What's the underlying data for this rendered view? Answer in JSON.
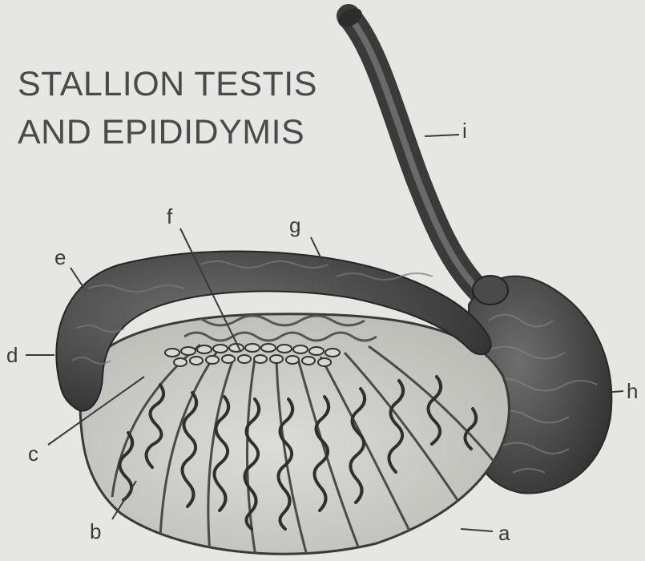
{
  "title": {
    "line1": "STALLION TESTIS",
    "line2": "AND EPIDIDYMIS"
  },
  "labels": {
    "a": "a",
    "b": "b",
    "c": "c",
    "d": "d",
    "e": "e",
    "f": "f",
    "g": "g",
    "h": "h",
    "i": "i"
  },
  "colors": {
    "background": "#e6e6e3",
    "epididymis": "#4d4d4d",
    "testis_fill": "#cfcfcb",
    "tubule": "#3a3a3a",
    "text": "#4a4a4a"
  }
}
